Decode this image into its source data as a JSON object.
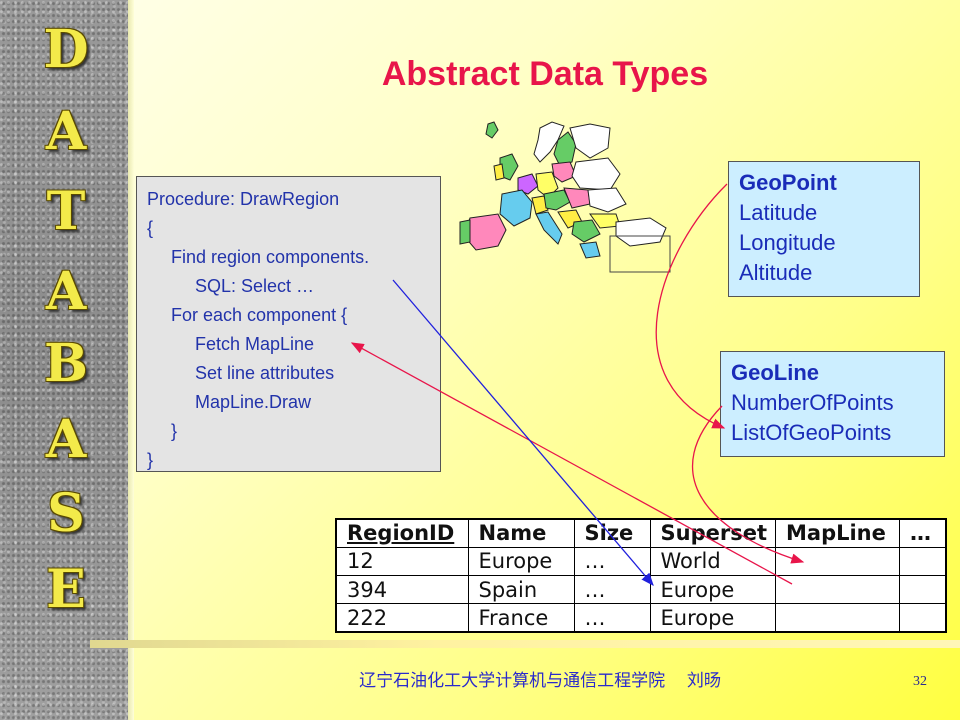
{
  "sidebar": {
    "letters": [
      "D",
      "A",
      "T",
      "A",
      "B",
      "A",
      "S",
      "E"
    ]
  },
  "slide": {
    "title": "Abstract Data Types"
  },
  "procedure": {
    "lines": [
      "Procedure: DrawRegion",
      "{",
      "Find region components.",
      "SQL: Select …",
      "For each component {",
      "Fetch MapLine",
      "Set line attributes",
      "MapLine.Draw",
      "}",
      "}"
    ]
  },
  "geopoint": {
    "title": "GeoPoint",
    "attributes": [
      "Latitude",
      "Longitude",
      "Altitude"
    ]
  },
  "geoline": {
    "title": "GeoLine",
    "attributes": [
      "NumberOfPoints",
      "ListOfGeoPoints"
    ]
  },
  "table": {
    "headers": [
      "RegionID",
      "Name",
      "Size",
      "Superset",
      "MapLine",
      "…"
    ],
    "rows": [
      [
        "12",
        "Europe",
        "…",
        "World",
        "",
        ""
      ],
      [
        "394",
        "Spain",
        "…",
        "Europe",
        "",
        ""
      ],
      [
        "222",
        "France",
        "…",
        "Europe",
        "",
        ""
      ]
    ]
  },
  "footer": {
    "text": "辽宁石油化工大学计算机与通信工程学院　 刘旸",
    "page": "32"
  },
  "colors": {
    "title": "#e8154a",
    "text_blue": "#1a2cb8",
    "arrow_red": "#e8154a",
    "arrow_blue": "#2020dd"
  }
}
